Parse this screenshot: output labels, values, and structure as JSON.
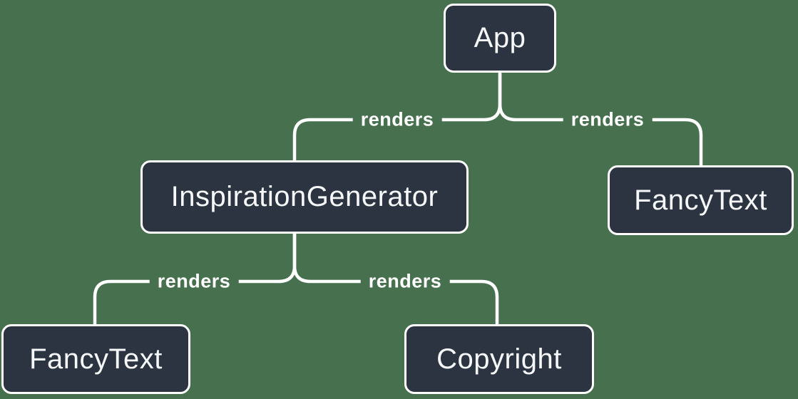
{
  "diagram": {
    "type": "tree",
    "description": "React render tree diagram",
    "colors": {
      "background": "#46704E",
      "node_fill": "#2B3440",
      "node_border": "#FFFFFF",
      "node_text": "#F6F7F9",
      "edge": "#FFFFFF"
    },
    "nodes": [
      {
        "id": "app",
        "label": "App"
      },
      {
        "id": "inspiration-generator",
        "label": "InspirationGenerator"
      },
      {
        "id": "fancy-text-right",
        "label": "FancyText"
      },
      {
        "id": "fancy-text-left",
        "label": "FancyText"
      },
      {
        "id": "copyright",
        "label": "Copyright"
      }
    ],
    "edges": [
      {
        "from": "App",
        "to": "InspirationGenerator",
        "label": "renders"
      },
      {
        "from": "App",
        "to": "FancyText",
        "label": "renders"
      },
      {
        "from": "InspirationGenerator",
        "to": "FancyText",
        "label": "renders"
      },
      {
        "from": "InspirationGenerator",
        "to": "Copyright",
        "label": "renders"
      }
    ]
  }
}
